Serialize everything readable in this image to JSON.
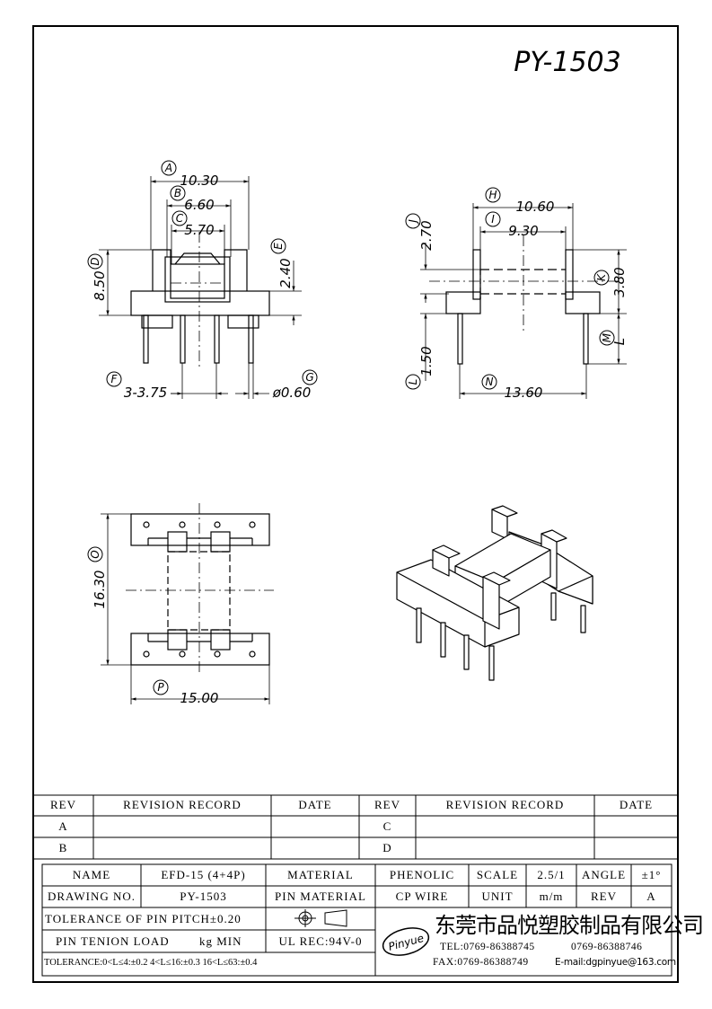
{
  "drawing_no": "PY-1503",
  "callouts": {
    "A": "A",
    "B": "B",
    "C": "C",
    "D": "D",
    "E": "E",
    "F": "F",
    "G": "G",
    "H": "H",
    "I": "I",
    "J": "J",
    "K": "K",
    "L": "L",
    "M": "M",
    "N": "N",
    "O": "O",
    "P": "P"
  },
  "dims": {
    "A": "10.30",
    "B": "6.60",
    "C": "5.70",
    "D": "8.50",
    "E": "2.40",
    "F": "3-3.75",
    "G": "ø0.60",
    "H": "10.60",
    "I": "9.30",
    "J": "2.70",
    "K": "3.80",
    "L": "1.50",
    "M": "L",
    "N": "13.60",
    "O": "16.30",
    "P": "15.00"
  },
  "revision_table": {
    "headers": [
      "REV",
      "REVISION RECORD",
      "DATE",
      "REV",
      "REVISION RECORD",
      "DATE"
    ],
    "rows": [
      [
        "A",
        "",
        "",
        "C",
        "",
        ""
      ],
      [
        "B",
        "",
        "",
        "D",
        "",
        ""
      ]
    ]
  },
  "title_block": {
    "name_label": "NAME",
    "name_value": "EFD-15 (4+4P)",
    "material_label": "MATERIAL",
    "material_value": "PHENOLIC",
    "scale_label": "SCALE",
    "scale_value": "2.5/1",
    "angle_label": "ANGLE",
    "angle_value": "±1°",
    "drawing_no_label": "DRAWING NO.",
    "drawing_no_value": "PY-1503",
    "pin_material_label": "PIN MATERIAL",
    "pin_material_value": "CP WIRE",
    "unit_label": "UNIT",
    "unit_value": "m/m",
    "rev_label": "REV",
    "rev_value": "A",
    "pin_pitch_tol": "TOLERANCE OF PIN PITCH±0.20",
    "pin_load": "PIN TENION LOAD",
    "pin_load_unit": "kg MIN",
    "ul_rec": "UL REC:94V-0",
    "tolerance": "TOLERANCE:0<L≤4:±0.2 4<L≤16:±0.3 16<L≤63:±0.4",
    "logo_text": "Pinyue",
    "company": "东莞市品悦塑胶制品有限公司",
    "tel": "TEL:0769-86388745",
    "tel2": "0769-86388746",
    "fax": "FAX:0769-86388749",
    "email": "E-mail:dgpinyue@163.com"
  }
}
